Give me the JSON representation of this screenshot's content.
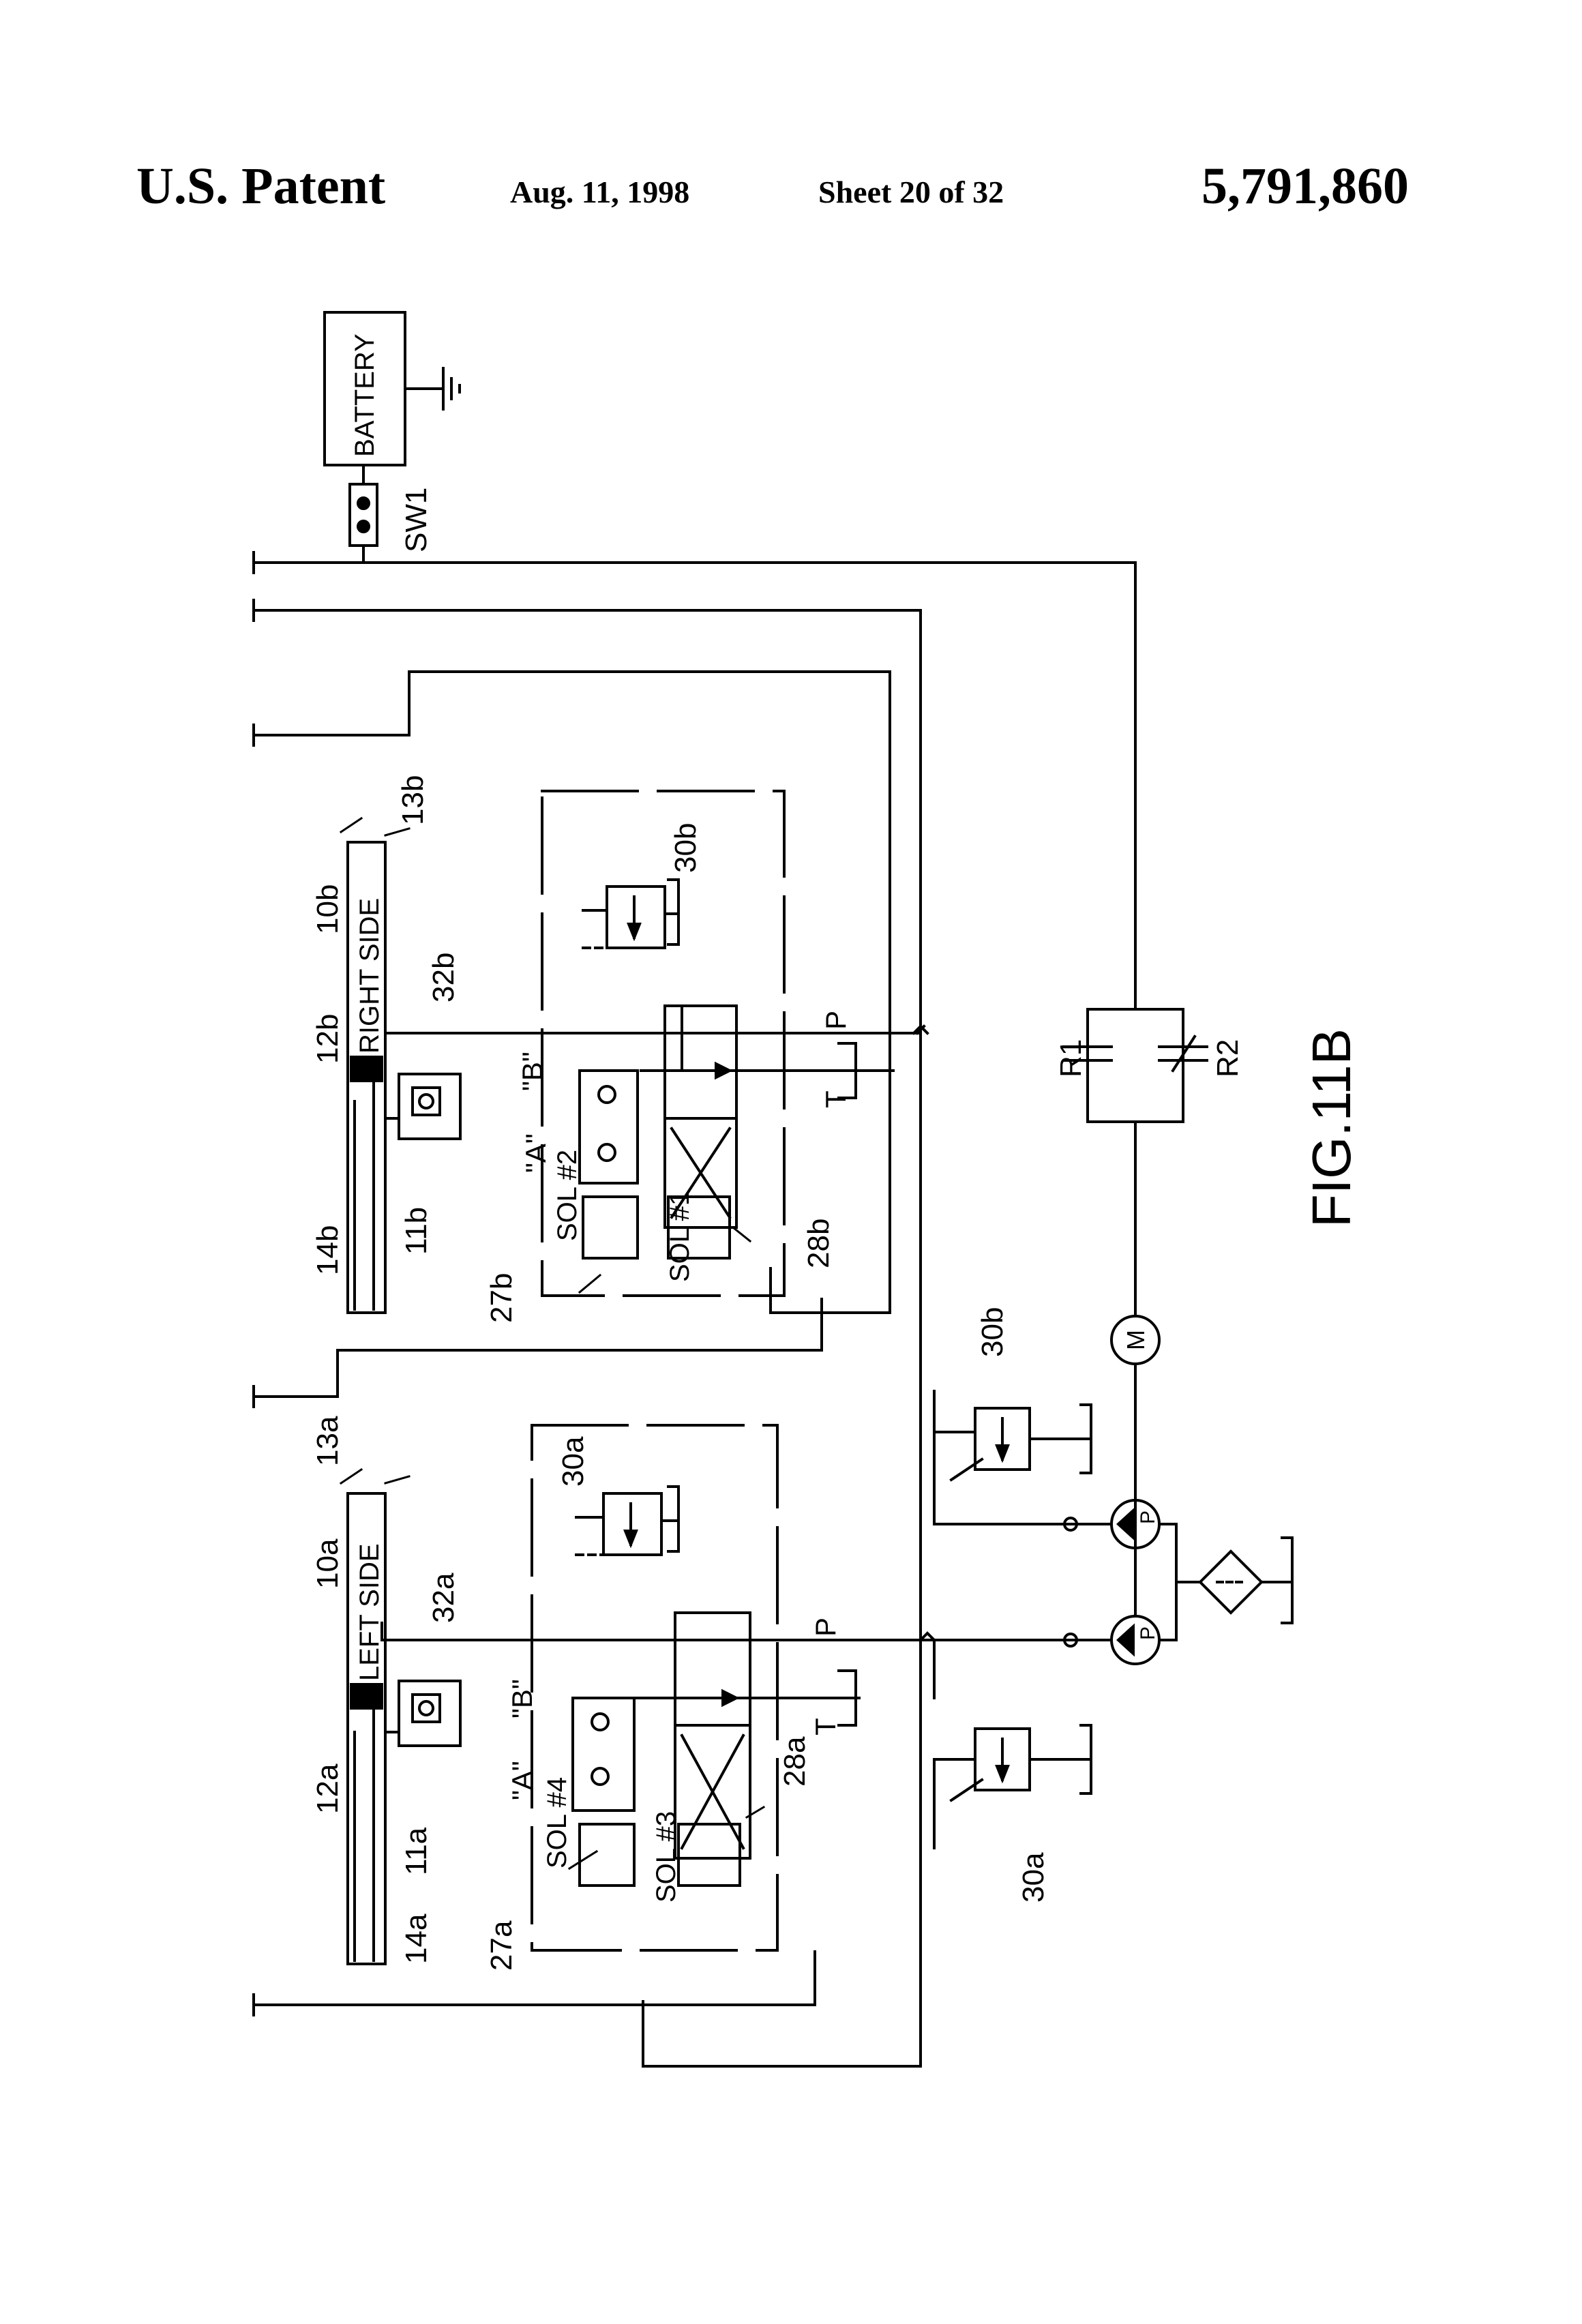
{
  "header": {
    "patent_label": "U.S. Patent",
    "date": "Aug. 11, 1998",
    "sheet": "Sheet 20 of 32",
    "patent_number": "5,791,860"
  },
  "labels": {
    "battery": "BATTERY",
    "sw1": "SW1",
    "right_side": "RIGHT SIDE",
    "left_side": "LEFT SIDE",
    "l_10b": "10b",
    "l_12b": "12b",
    "l_13b": "13b",
    "l_11b": "11b",
    "l_14b": "14b",
    "l_32b": "32b",
    "l_27b": "27b",
    "l_28b": "28b",
    "l_30b_top": "30b",
    "l_30b_mid": "30b",
    "l_10a": "10a",
    "l_12a": "12a",
    "l_13a": "13a",
    "l_11a": "11a",
    "l_14a": "14a",
    "l_32a": "32a",
    "l_27a": "27a",
    "l_28a": "28a",
    "l_30a_top": "30a",
    "l_30a_bot": "30a",
    "port_a_right": "\"A\"",
    "port_b_right": "\"B\"",
    "port_a_left": "\"A\"",
    "port_b_left": "\"B\"",
    "sol1": "SOL #1",
    "sol2": "SOL #2",
    "sol3": "SOL #3",
    "sol4": "SOL #4",
    "p_right": "P",
    "t_right": "T",
    "p_left": "P",
    "t_left": "T",
    "r1": "R1",
    "r2": "R2",
    "motor": "M",
    "pump1": "P",
    "pump2": "P",
    "figure": "FIG.11B"
  }
}
